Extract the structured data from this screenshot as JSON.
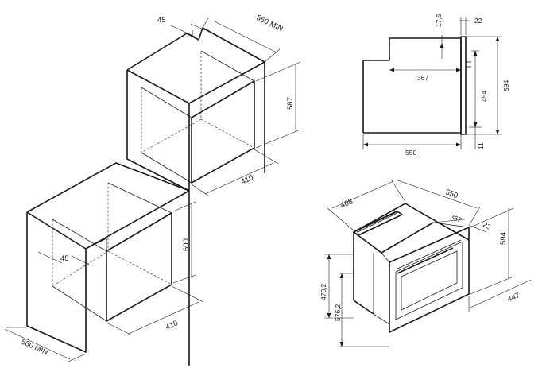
{
  "colors": {
    "line": "#1a1a1a",
    "hidden": "#555555",
    "background": "#ffffff"
  },
  "labels": {
    "col_depth_45": "45",
    "col_width_min": "560 MIN",
    "col_height_587": "587",
    "col_width_410": "410",
    "base_depth_45": "45",
    "base_height_600": "600",
    "base_width_410": "410",
    "base_width_min": "560 MIN",
    "side_17_5": "17,5",
    "side_22": "22",
    "side_367": "367",
    "side_594": "594",
    "side_454": "454",
    "side_11": "11",
    "side_550": "550",
    "iso_408": "408",
    "iso_550": "550",
    "iso_367": "367",
    "iso_22": "22",
    "iso_594": "594",
    "iso_470_2": "470,2",
    "iso_576_2": "576,2",
    "iso_447": "447"
  }
}
